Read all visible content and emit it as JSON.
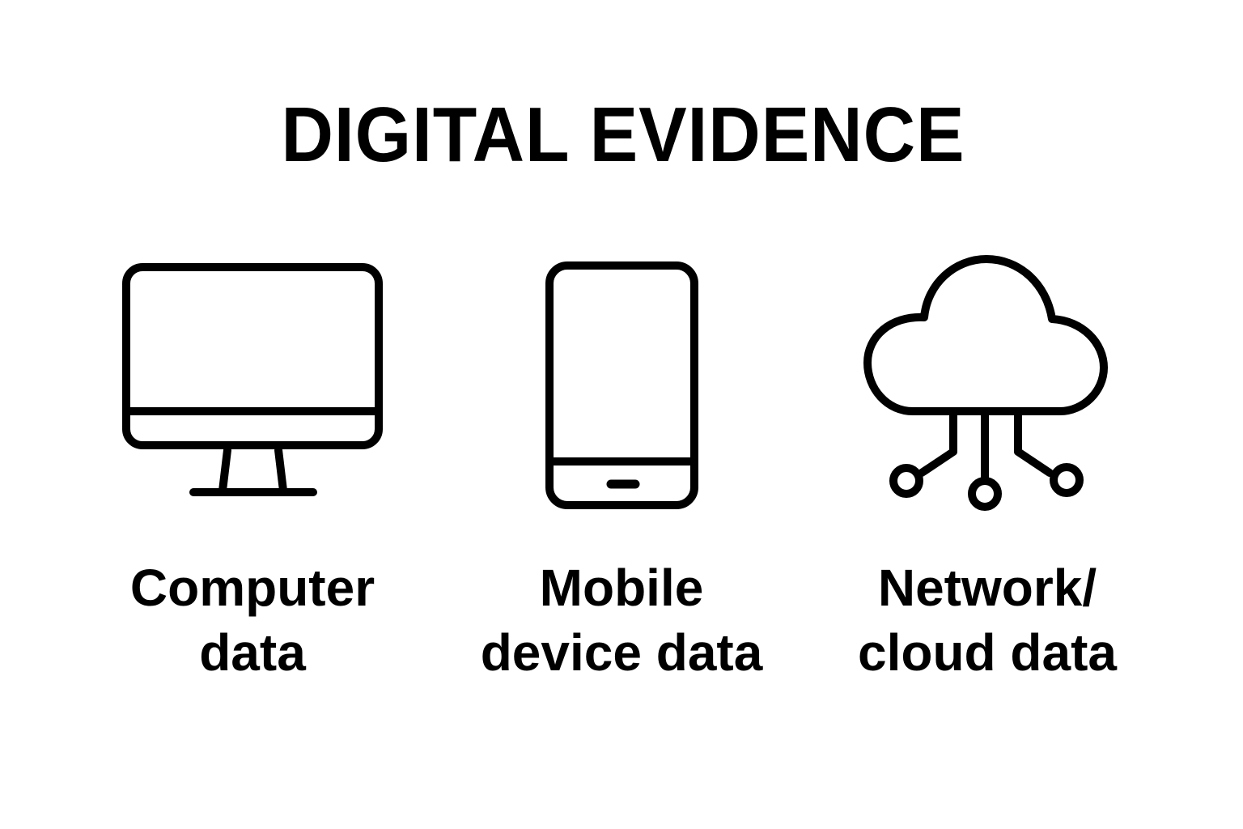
{
  "title": "DIGITAL EVIDENCE",
  "colors": {
    "background": "#ffffff",
    "foreground": "#000000"
  },
  "items": [
    {
      "icon": "desktop-monitor-icon",
      "label_line1": "Computer",
      "label_line2": "data"
    },
    {
      "icon": "smartphone-icon",
      "label_line1": "Mobile",
      "label_line2": "device data"
    },
    {
      "icon": "cloud-network-icon",
      "label_line1": "Network/",
      "label_line2": "cloud data"
    }
  ]
}
